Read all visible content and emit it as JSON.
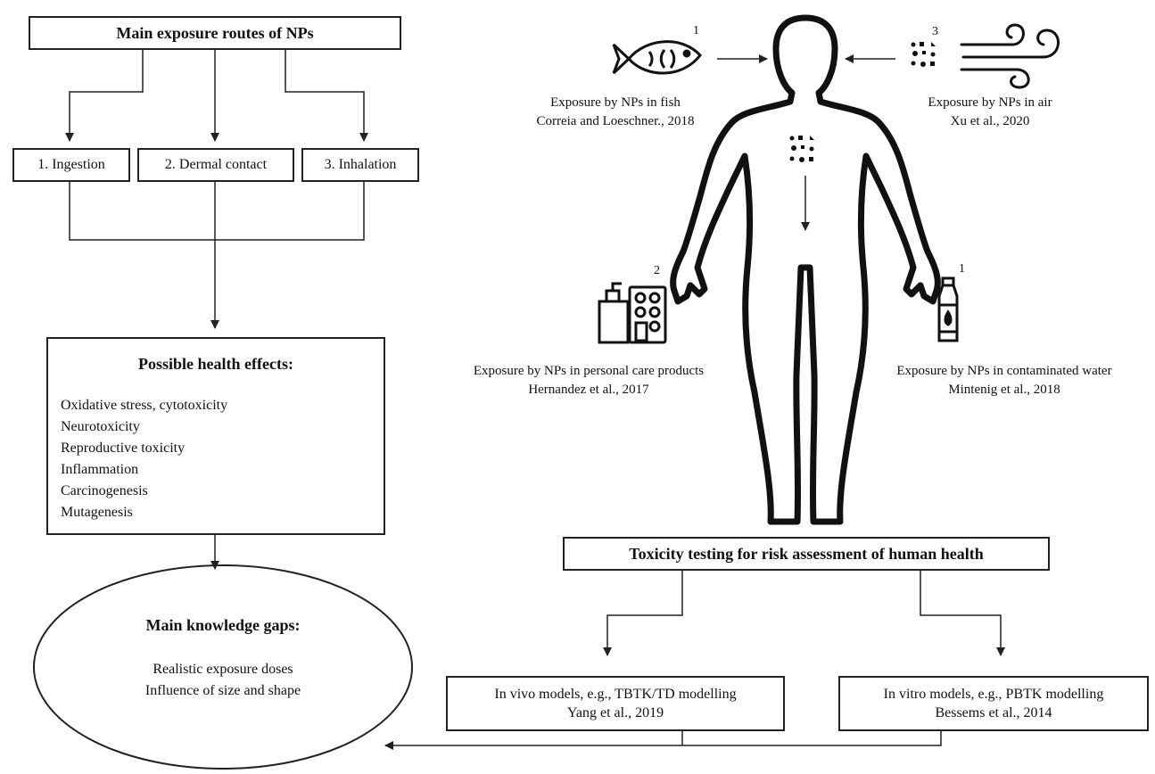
{
  "routes_box": {
    "title": "Main exposure routes of NPs"
  },
  "routes": [
    {
      "label": "1. Ingestion"
    },
    {
      "label": "2. Dermal contact"
    },
    {
      "label": "3. Inhalation"
    }
  ],
  "health_effects": {
    "title": "Possible health effects:",
    "items": [
      "Oxidative stress, cytotoxicity",
      "Neurotoxicity",
      "Reproductive toxicity",
      "Inflammation",
      "Carcinogenesis",
      "Mutagenesis"
    ]
  },
  "knowledge_gaps": {
    "title": "Main knowledge gaps:",
    "items": [
      "Realistic exposure doses",
      "Influence of size and shape"
    ]
  },
  "sources": {
    "fish": {
      "number": "1",
      "label": "Exposure by NPs in fish",
      "ref": "Correia and Loeschner., 2018"
    },
    "air": {
      "number": "3",
      "label": "Exposure by NPs in air",
      "ref": "Xu et al., 2020"
    },
    "care": {
      "number": "2",
      "label": "Exposure by NPs in personal care products",
      "ref": "Hernandez et al., 2017"
    },
    "water": {
      "number": "1",
      "label": "Exposure by NPs in contaminated water",
      "ref": "Mintenig et al., 2018"
    }
  },
  "toxicity": {
    "title": "Toxicity testing for risk assessment of human health",
    "in_vivo": {
      "label": "In vivo models, e.g., TBTK/TD modelling",
      "ref": "Yang et al., 2019"
    },
    "in_vitro": {
      "label": "In vitro models, e.g., PBTK modelling",
      "ref": "Bessems et al., 2014"
    }
  }
}
